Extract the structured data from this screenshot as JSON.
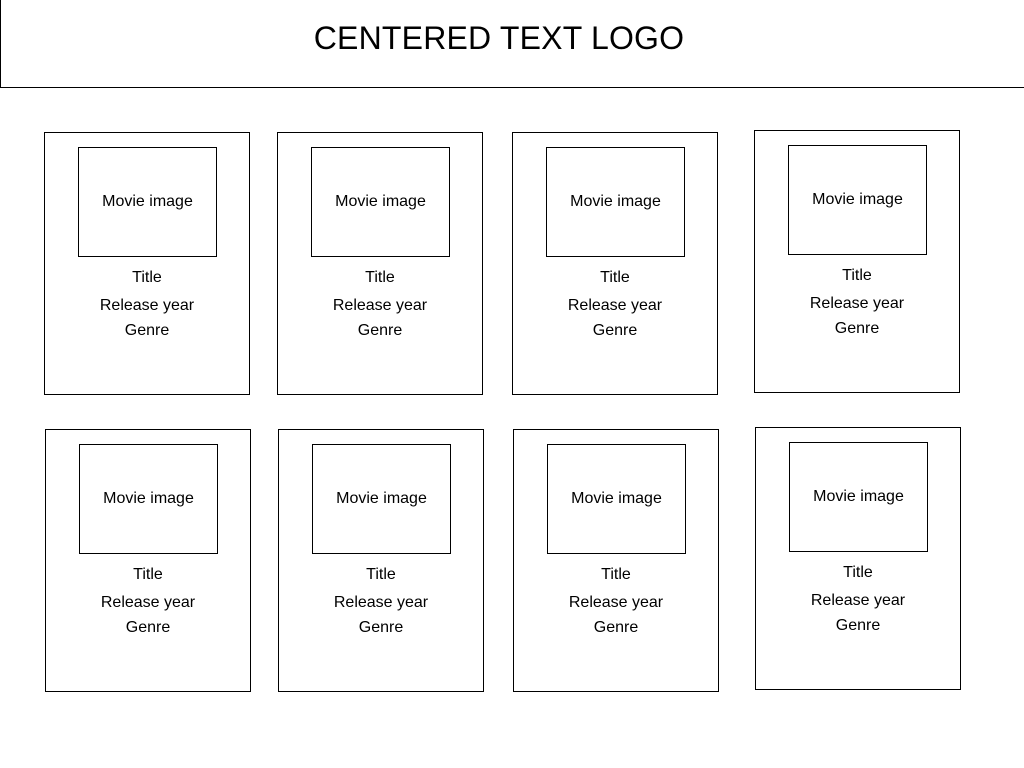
{
  "header": {
    "logo_text": "CENTERED TEXT LOGO"
  },
  "cards": [
    {
      "image_label": "Movie image",
      "title": "Title",
      "release_year": "Release year",
      "genre": "Genre"
    },
    {
      "image_label": "Movie image",
      "title": "Title",
      "release_year": "Release year",
      "genre": "Genre"
    },
    {
      "image_label": "Movie image",
      "title": "Title",
      "release_year": "Release year",
      "genre": "Genre"
    },
    {
      "image_label": "Movie image",
      "title": "Title",
      "release_year": "Release year",
      "genre": "Genre"
    },
    {
      "image_label": "Movie image",
      "title": "Title",
      "release_year": "Release year",
      "genre": "Genre"
    },
    {
      "image_label": "Movie image",
      "title": "Title",
      "release_year": "Release year",
      "genre": "Genre"
    },
    {
      "image_label": "Movie image",
      "title": "Title",
      "release_year": "Release year",
      "genre": "Genre"
    },
    {
      "image_label": "Movie image",
      "title": "Title",
      "release_year": "Release year",
      "genre": "Genre"
    }
  ]
}
